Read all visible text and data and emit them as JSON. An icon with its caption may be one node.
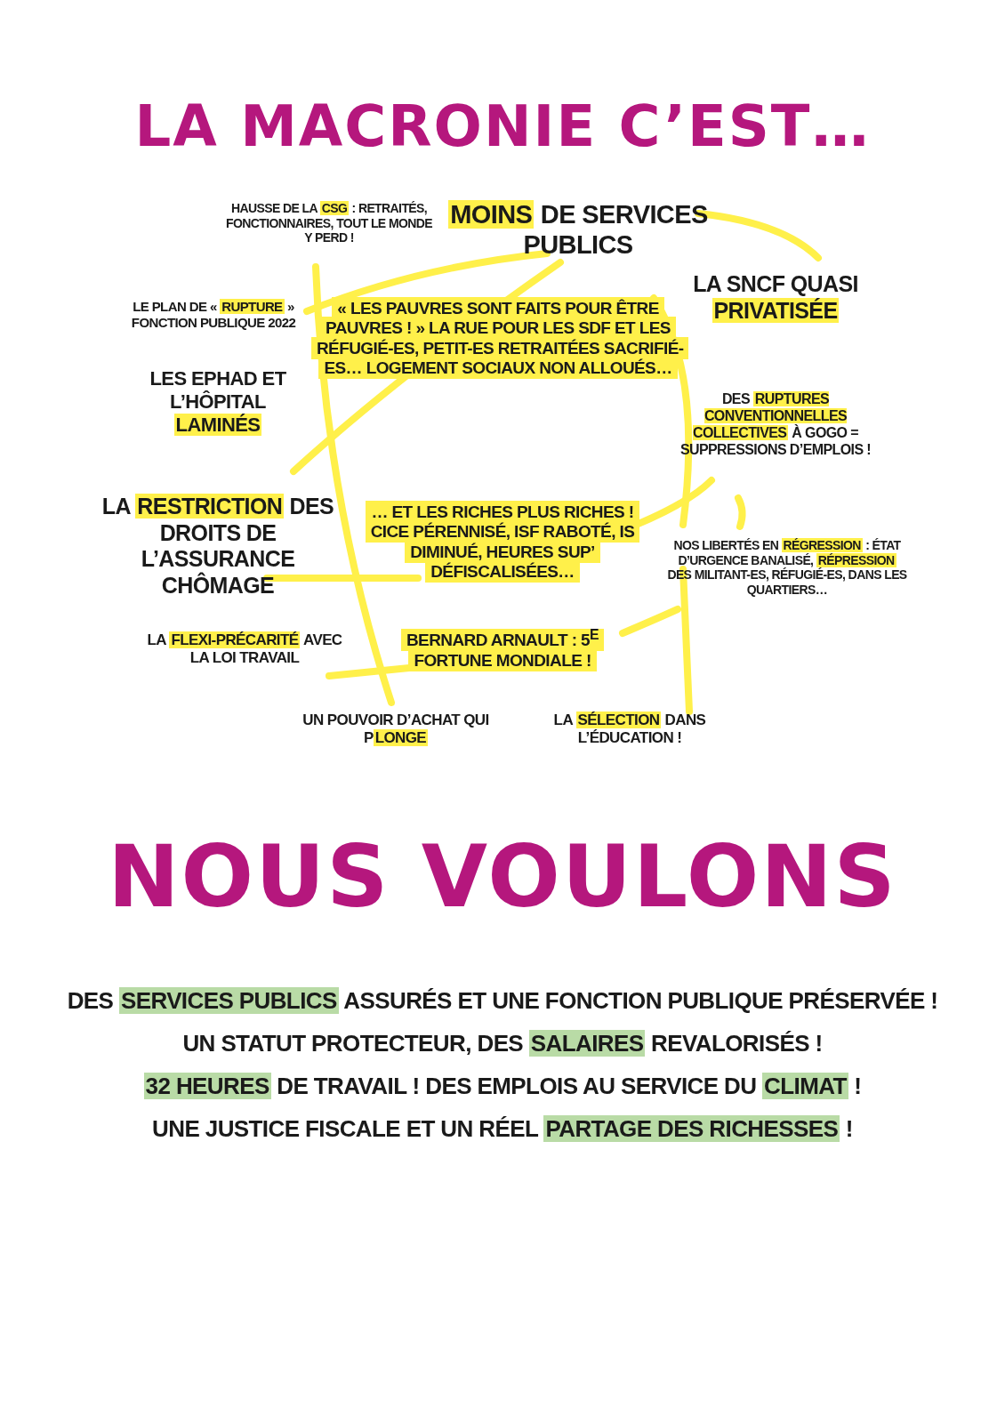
{
  "diagram": {
    "title": "LA MACRONIE C’EST…",
    "labels": [
      "HAUSSE DE LA **CSG** : RETRAITÉS, FONCTIONNAIRES, TOUT LE MONDE Y PERD !",
      "**MOINS** DE SERVICES PUBLICS",
      "LA SNCF QUASI **PRIVATISÉE**",
      "LE PLAN DE « **RUPTURE** » FONCTION PUBLIQUE 2022",
      "LES EPHAD ET L’HÔPITAL **LAMINÉS**",
      "« LES PAUVRES SONT FAITS POUR ÊTRE PAUVRES ! » LA RUE POUR LES SDF ET LES RÉFUGIÉ-ES, PETIT-ES RETRAITÉES SACRIFIÉ-ES… LOGEMENT SOCIAUX NON ALLOUÉS…",
      "DES **RUPTURES CONVENTIONNELLES COLLECTIVES** À GOGO = SUPPRESSIONS D’EMPLOIS !",
      "LA **RESTRICTION** DES DROITS DE L’ASSURANCE CHÔMAGE",
      "… ET LES RICHES PLUS RICHES ! CICE PÉRENNISÉ, ISF RABOTÉ, IS DIMINUÉ, HEURES SUP’ DÉFISCALISÉES…",
      "BERNARD ARNAULT : 5$^{E}$ FORTUNE MONDIALE !",
      "NOS LIBERTÉS EN **RÉGRESSION** : ÉTAT D’URGENCE BANALISÉ, **RÉPRESSION** DES MILITANT-ES, RÉFUGIÉ-ES, DANS LES QUARTIERS…",
      "LA **FLEXI-PRÉCARITÉ** AVEC LA LOI TRAVAIL",
      "UN POUVOIR D’ACHAT QUI P**LONGE**",
      "LA **SÉLECTION** DANS L’ÉDUCATION !",
      "NOUS VOULONS",
      "DES **SERVICES PUBLICS** ASSURÉS ET UNE FONCTION PUBLIQUE PRÉSERVÉE !",
      "UN STATUT PROTECTEUR, DES **SALAIRES** REVALORISÉS !",
      "**32 HEURES** DE TRAVAIL ! DES EMPLOIS AU SERVICE DU **CLIMAT** !",
      "UNE JUSTICE FISCALE ET UN RÉEL **PARTAGE DES RICHESSES** !"
    ]
  }
}
